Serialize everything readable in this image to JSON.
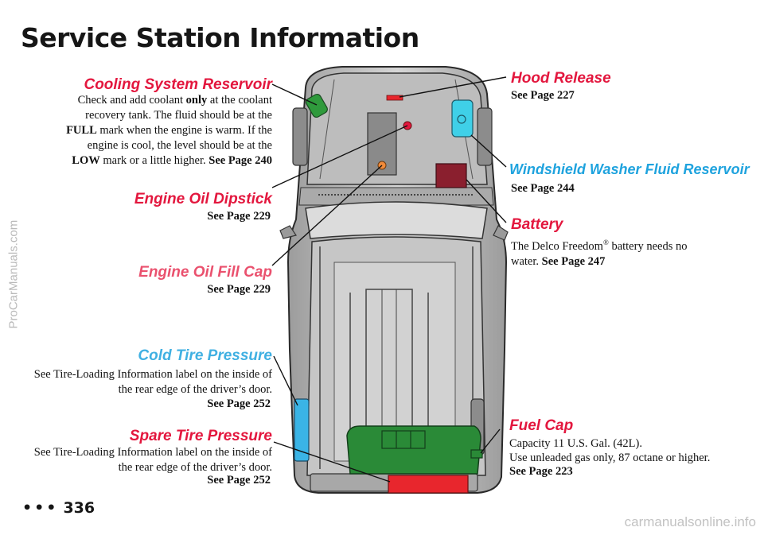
{
  "watermarks": {
    "side": "ProCarManuals.com",
    "bottom": "carmanualsonline.info"
  },
  "page_title": "Service Station Information",
  "page_number": "336",
  "items": {
    "cooling": {
      "heading": "Cooling System Reservoir",
      "text_1": "Check and add coolant ",
      "bold_1": "only",
      "text_2": " at the coolant recovery tank. The fluid should be at the ",
      "bold_2": "FULL",
      "text_3": " mark when the engine is warm. If the engine is cool, the level should be at the ",
      "bold_3": "LOW",
      "text_4": " mark or a little higher. ",
      "ref": "See Page 240"
    },
    "oil_dipstick": {
      "heading": "Engine Oil Dipstick",
      "ref": "See Page 229"
    },
    "oil_fill_cap": {
      "heading": "Engine Oil Fill Cap",
      "ref": "See Page 229"
    },
    "cold_tire": {
      "heading": "Cold Tire Pressure",
      "text": "See Tire-Loading Information label on the inside of the rear edge of the driver’s door.",
      "ref": "See Page 252"
    },
    "spare_tire": {
      "heading": "Spare Tire Pressure",
      "text": "See Tire-Loading Information label on the inside of the rear edge of the driver’s door.",
      "ref": "See Page 252"
    },
    "hood_release": {
      "heading": "Hood Release",
      "ref": "See Page 227"
    },
    "washer": {
      "heading": "Windshield Washer Fluid Reservoir",
      "ref": "See Page 244"
    },
    "battery": {
      "heading": "Battery",
      "text_1": "The Delco Freedom",
      "reg": "®",
      "text_2": " battery needs no water. ",
      "ref": "See Page 247"
    },
    "fuel_cap": {
      "heading": "Fuel Cap",
      "line_1": "Capacity 11 U.S. Gal. (42L).",
      "line_2": "Use unleaded gas only, 87 octane or higher.",
      "ref": "See Page 223"
    }
  },
  "colors": {
    "red_heading": "#e3173e",
    "blue_heading": "#1fa3de",
    "coolant_green": "#2f9a3c",
    "washer_cyan": "#3fd0e8",
    "battery_maroon": "#8a1f2e",
    "fuel_tank_green": "#2a8a37",
    "tire_blue": "#3ab4e6",
    "spare_red": "#e8262d"
  }
}
